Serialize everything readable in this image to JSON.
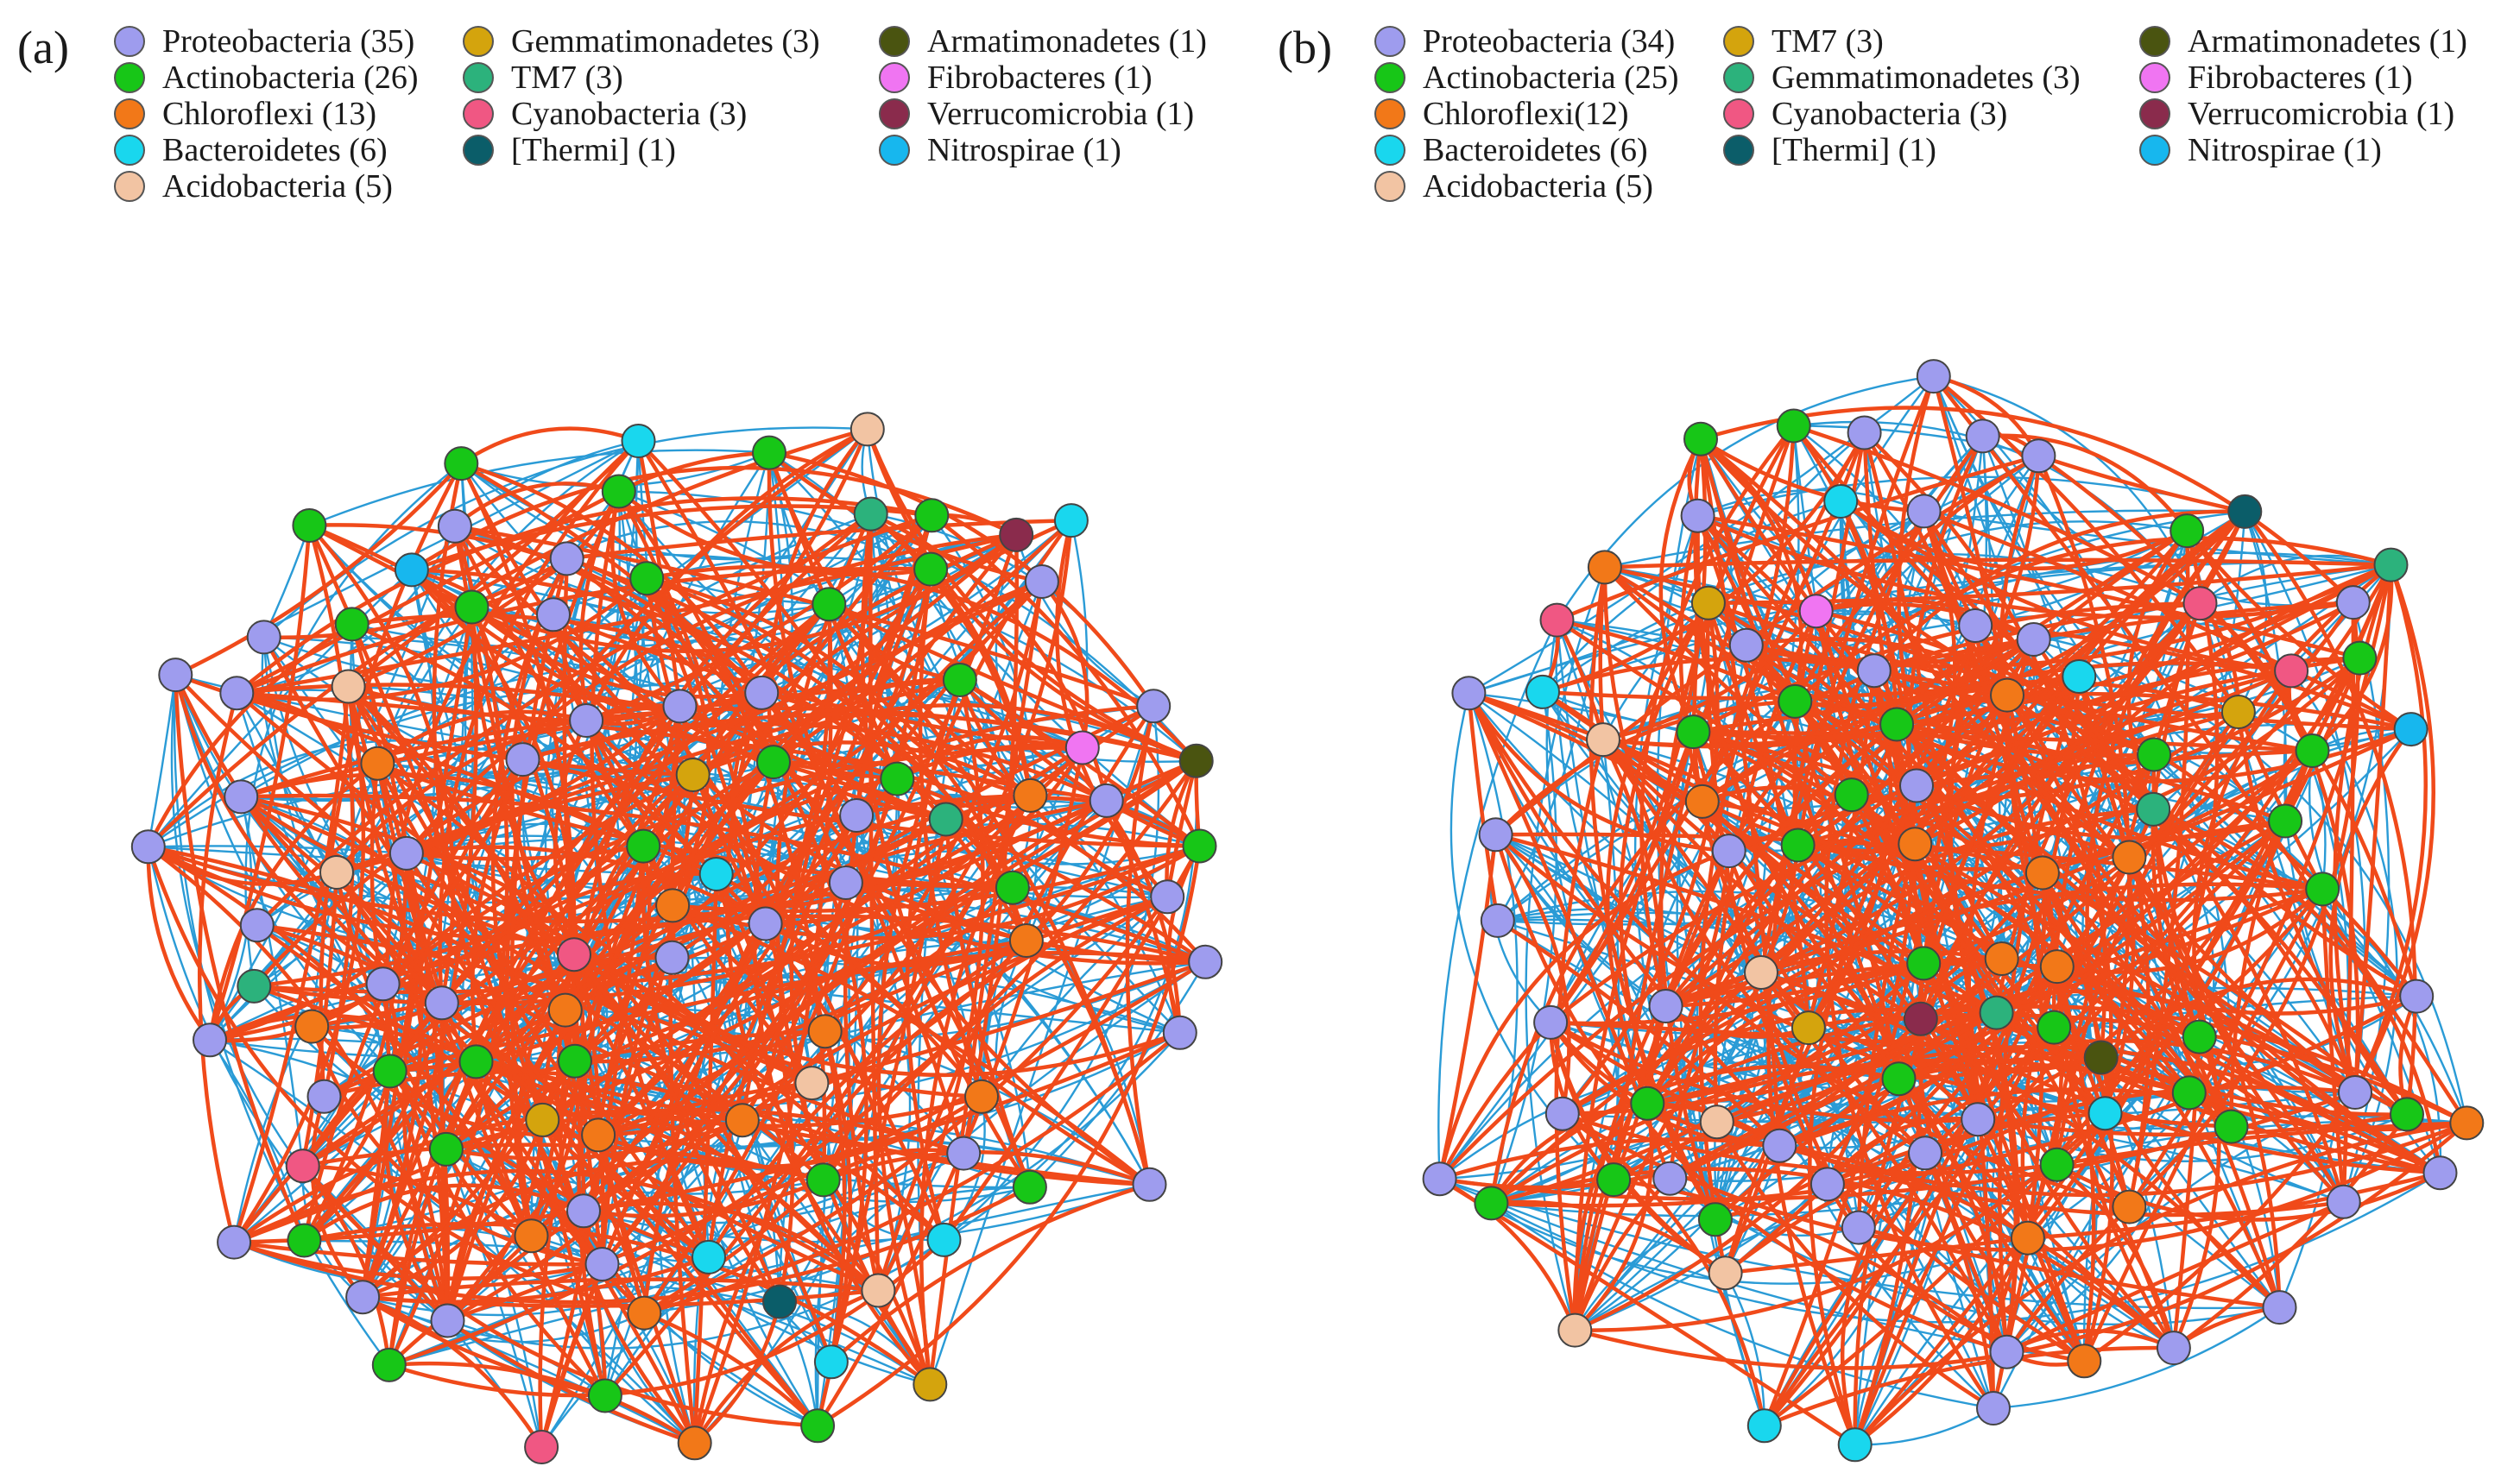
{
  "colors": {
    "positive_edge": "#f04a1a",
    "negative_edge": "#2a9bd6",
    "node_stroke": "#444444"
  },
  "panels": [
    {
      "label": "(a)",
      "legend": [
        {
          "name": "Proteobacteria (35)",
          "color": "#9e9cee"
        },
        {
          "name": "Actinobacteria (26)",
          "color": "#17c617"
        },
        {
          "name": "Chloroflexi (13)",
          "color": "#f27818"
        },
        {
          "name": "Bacteroidetes (6)",
          "color": "#19d7ee"
        },
        {
          "name": "Acidobacteria (5)",
          "color": "#f2c4a3"
        },
        {
          "name": "Gemmatimonadetes (3)",
          "color": "#d4a40d"
        },
        {
          "name": "TM7 (3)",
          "color": "#2cb27c"
        },
        {
          "name": "Cyanobacteria (3)",
          "color": "#f05783"
        },
        {
          "name": "[Thermi] (1)",
          "color": "#0b5d69"
        },
        {
          "name": "Armatimonadetes (1)",
          "color": "#4a5410"
        },
        {
          "name": "Fibrobacteres (1)",
          "color": "#f075f2"
        },
        {
          "name": "Verrucomicrobia (1)",
          "color": "#8a2b4c"
        },
        {
          "name": "Nitrospirae (1)",
          "color": "#17b7ee"
        }
      ]
    },
    {
      "label": "(b)",
      "legend": [
        {
          "name": "Proteobacteria (34)",
          "color": "#9e9cee"
        },
        {
          "name": "Actinobacteria (25)",
          "color": "#17c617"
        },
        {
          "name": "Chloroflexi(12)",
          "color": "#f27818"
        },
        {
          "name": "Bacteroidetes (6)",
          "color": "#19d7ee"
        },
        {
          "name": "Acidobacteria (5)",
          "color": "#f2c4a3"
        },
        {
          "name": "TM7 (3)",
          "color": "#d4a40d"
        },
        {
          "name": "Gemmatimonadetes (3)",
          "color": "#2cb27c"
        },
        {
          "name": "Cyanobacteria (3)",
          "color": "#f05783"
        },
        {
          "name": "[Thermi] (1)",
          "color": "#0b5d69"
        },
        {
          "name": "Armatimonadetes (1)",
          "color": "#4a5410"
        },
        {
          "name": "Fibrobacteres (1)",
          "color": "#f075f2"
        },
        {
          "name": "Verrucomicrobia (1)",
          "color": "#8a2b4c"
        },
        {
          "name": "Nitrospirae (1)",
          "color": "#17b7ee"
        }
      ]
    }
  ]
}
